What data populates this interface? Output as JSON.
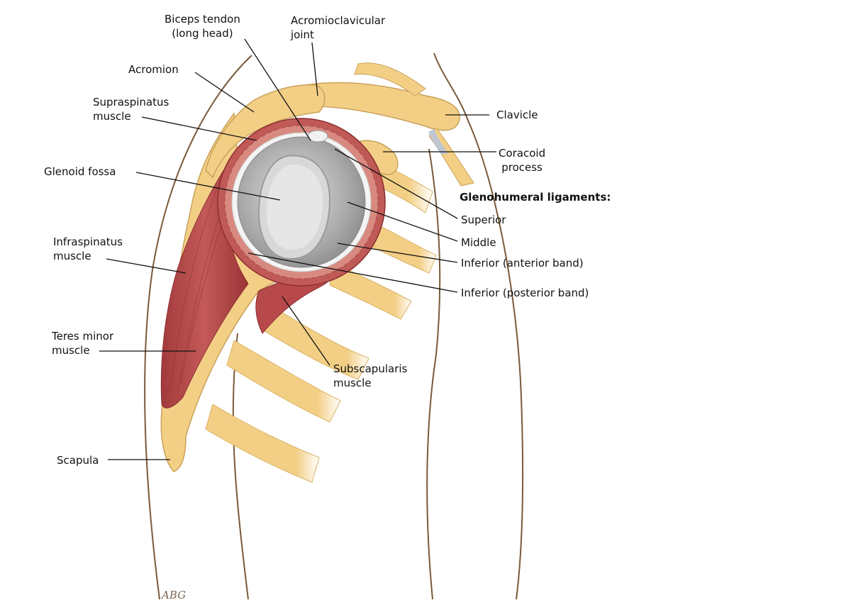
{
  "labels": {
    "biceps_tendon": [
      "Biceps tendon",
      "(long head)"
    ],
    "acromioclavicular_joint": [
      "Acromioclavicular",
      "joint"
    ],
    "acromion": [
      "Acromion"
    ],
    "supraspinatus": [
      "Supraspinatus",
      "muscle"
    ],
    "clavicle": [
      "Clavicle"
    ],
    "coracoid": [
      "Coracoid",
      "process"
    ],
    "glenoid_fossa": [
      "Glenoid fossa"
    ],
    "gh_heading": "Glenohumeral ligaments:",
    "superior": "Superior",
    "middle": "Middle",
    "inferior_anterior": "Inferior (anterior band)",
    "inferior_posterior": "Inferior (posterior band)",
    "infraspinatus": [
      "Infraspinatus",
      "muscle"
    ],
    "teres_minor": [
      "Teres minor",
      "muscle"
    ],
    "subscapularis": [
      "Subscapularis",
      "muscle"
    ],
    "scapula": [
      "Scapula"
    ]
  },
  "signature": "ABG",
  "colors": {
    "bone": "#f3cf86",
    "bone_edge": "#c9a25a",
    "muscle": "#b8494a",
    "muscle_dark": "#8e2e30",
    "cartilage": "#d6d6d6",
    "outline": "#7a5a3a"
  }
}
